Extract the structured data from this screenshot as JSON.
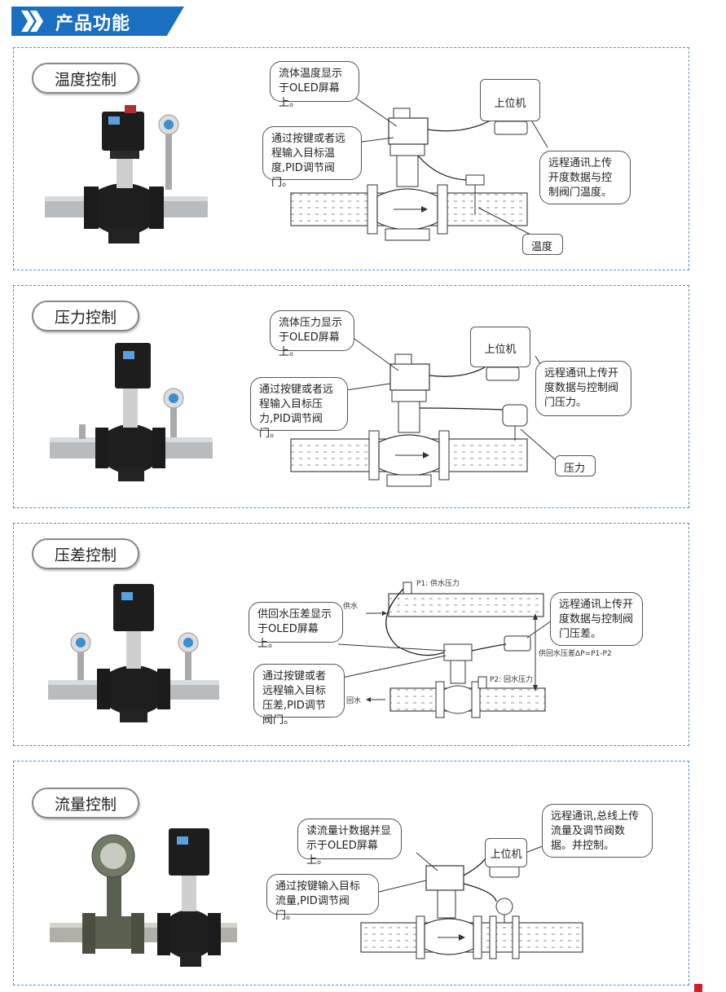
{
  "header": {
    "title": "产品功能"
  },
  "sections": [
    {
      "title": "温度控制",
      "callouts": {
        "display": "流体温度显示于OLED屏幕上。",
        "input": "通过按键或者远程输入目标温度,PID调节阀门。",
        "remote": "远程通讯上传开度数据与控制阀门温度。",
        "host": "上位机",
        "sensor": "温度"
      }
    },
    {
      "title": "压力控制",
      "callouts": {
        "display": "流体压力显示于OLED屏幕上。",
        "input": "通过按键或者远程输入目标压力,PID调节阀门。",
        "remote": "远程通讯上传开度数据与控制阀门压力。",
        "host": "上位机",
        "sensor": "压力"
      }
    },
    {
      "title": "压差控制",
      "callouts": {
        "display": "供回水压差显示于OLED屏幕上。",
        "input": "通过按键或者远程输入目标压差,PID调节阀门。",
        "remote": "远程通讯上传开度数据与控制阀门压差。",
        "supply": "供水",
        "return": "回水",
        "p1": "P1: 供水压力",
        "p2": "P2: 回水压力",
        "dp": "供回水压差ΔP=P1-P2"
      }
    },
    {
      "title": "流量控制",
      "callouts": {
        "display": "读流量计数据并显示于OLED屏幕上。",
        "input": "通过按键输入目标流量,PID调节阀门。",
        "remote": "远程通讯,总线上传流量及调节阀数据。并控制。",
        "host": "上位机"
      }
    }
  ],
  "colors": {
    "accent": "#1a6fc0",
    "dash": "#4a90d9",
    "mark": "#d0202a"
  }
}
